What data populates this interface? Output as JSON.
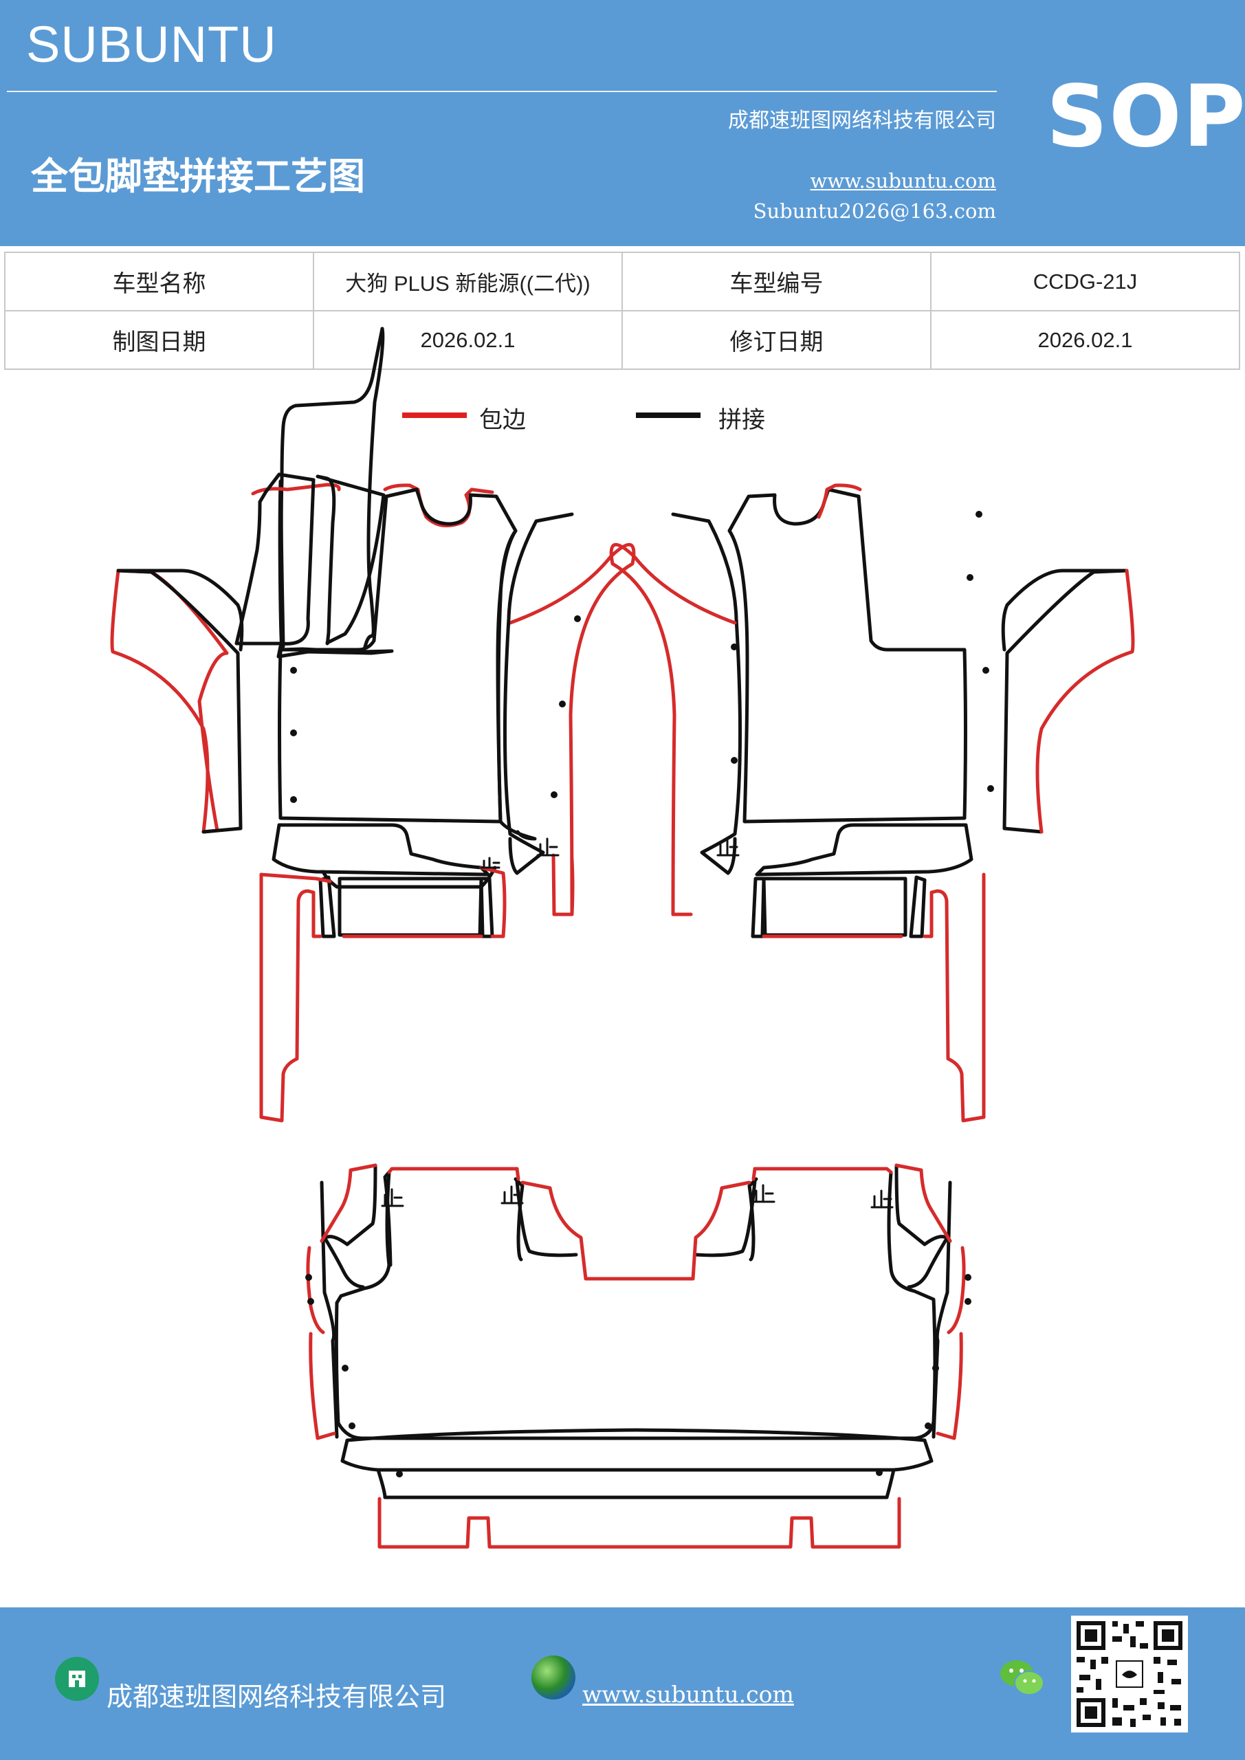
{
  "header": {
    "brand": "SUBUNTU",
    "company": "成都速班图网络科技有限公司",
    "title": "全包脚垫拼接工艺图",
    "website": "www.subuntu.com",
    "email": "Subuntu2026@163.com",
    "badge": "SOP"
  },
  "info": {
    "rows": [
      [
        "车型名称",
        "大狗 PLUS 新能源((二代))",
        "车型编号",
        "CCDG-21J"
      ],
      [
        "制图日期",
        "2026.02.1",
        "修订日期",
        "2026.02.1"
      ]
    ]
  },
  "legend": {
    "items": [
      {
        "label": "包边",
        "color": "#e02020"
      },
      {
        "label": "拼接",
        "color": "#111111"
      }
    ]
  },
  "drawing": {
    "stop_mark": "止",
    "edge_color": "#d62b2b",
    "seam_color": "#111111"
  },
  "footer": {
    "company": "成都速班图网络科技有限公司",
    "website": "www.subuntu.com",
    "home_icon": "building-icon",
    "globe_icon": "globe-icon",
    "wechat_icon": "wechat-icon",
    "qr": "qr-code"
  }
}
